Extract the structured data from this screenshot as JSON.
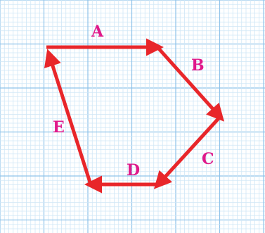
{
  "colors": {
    "background": "#ffffff",
    "grid_minor": "#cfe6f6",
    "grid_major": "#8fc3ea",
    "vector": "#e8262a",
    "label": "#e0198a"
  },
  "vectors": [
    {
      "id": "A",
      "label": "A"
    },
    {
      "id": "B",
      "label": "B"
    },
    {
      "id": "C",
      "label": "C"
    },
    {
      "id": "D",
      "label": "D"
    },
    {
      "id": "E",
      "label": "E"
    }
  ]
}
